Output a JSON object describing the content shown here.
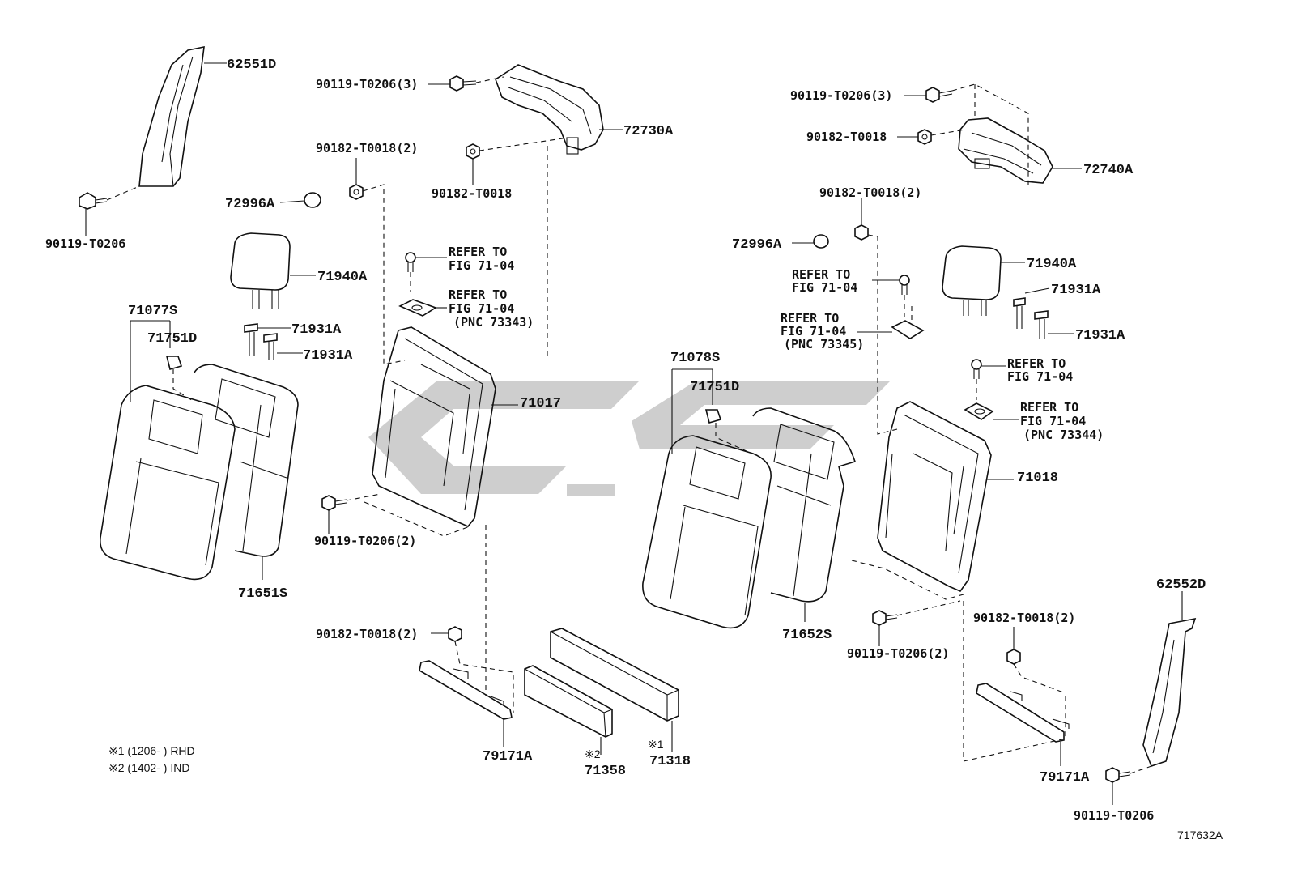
{
  "diagram_id": "717632A",
  "labels": {
    "p62551D": "62551D",
    "p90119_T0206_a": "90119-T0206",
    "p90119_T0206_3_left": "90119-T0206(3)",
    "p72730A": "72730A",
    "p90182_T0018_2_left_top": "90182-T0018(2)",
    "p72996A_left": "72996A",
    "p90182_T0018_left": "90182-T0018",
    "p71940A_left": "71940A",
    "refer_left_1_a": "REFER TO",
    "refer_left_1_b": "FIG 71-04",
    "refer_left_2_a": "REFER TO",
    "refer_left_2_b": "FIG 71-04",
    "refer_left_2_c": "(PNC 73343)",
    "p71077S": "71077S",
    "p71751D_left": "71751D",
    "p71931A_left_1": "71931A",
    "p71931A_left_2": "71931A",
    "p71017": "71017",
    "p90119_T0206_2_left": "90119-T0206(2)",
    "p71651S": "71651S",
    "p90182_T0018_2_left_bottom": "90182-T0018(2)",
    "p79171A_left": "79171A",
    "p71358": "71358",
    "p71318": "71318",
    "mark2": "※2",
    "mark1": "※1",
    "p90119_T0206_3_right": "90119-T0206(3)",
    "p90182_T0018_right": "90182-T0018",
    "p72740A": "72740A",
    "p90182_T0018_2_right_top": "90182-T0018(2)",
    "p72996A_right": "72996A",
    "p71940A_right": "71940A",
    "refer_right_1_a": "REFER TO",
    "refer_right_1_b": "FIG 71-04",
    "p71931A_right_1": "71931A",
    "p71931A_right_2": "71931A",
    "refer_right_2_a": "REFER TO",
    "refer_right_2_b": "FIG 71-04",
    "refer_right_2_c": "(PNC 73345)",
    "refer_right_3_a": "REFER TO",
    "refer_right_3_b": "FIG 71-04",
    "refer_right_4_a": "REFER TO",
    "refer_right_4_b": "FIG 71-04",
    "refer_right_4_c": "(PNC 73344)",
    "p71078S": "71078S",
    "p71751D_right": "71751D",
    "p71018": "71018",
    "p71652S": "71652S",
    "p90119_T0206_2_right": "90119-T0206(2)",
    "p90182_T0018_2_right_bottom": "90182-T0018(2)",
    "p79171A_right": "79171A",
    "p62552D": "62552D",
    "p90119_T0206_b": "90119-T0206"
  },
  "notes": {
    "note1": "※1 (1206-        ) RHD",
    "note2": "※2 (1402-        ) IND"
  }
}
